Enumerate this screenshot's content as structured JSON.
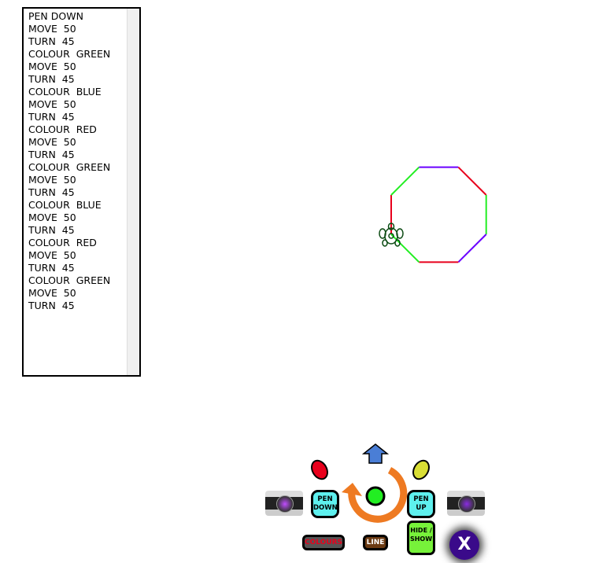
{
  "program": [
    "PEN DOWN",
    "MOVE  50",
    "TURN  45",
    "COLOUR  GREEN",
    "MOVE  50",
    "TURN  45",
    "COLOUR  BLUE",
    "MOVE  50",
    "TURN  45",
    "COLOUR  RED",
    "MOVE  50",
    "TURN  45",
    "COLOUR  GREEN",
    "MOVE  50",
    "TURN  45",
    "COLOUR  BLUE",
    "MOVE  50",
    "TURN  45",
    "COLOUR  RED",
    "MOVE  50",
    "TURN  45",
    "COLOUR  GREEN",
    "MOVE  50",
    "TURN  45"
  ],
  "controls": {
    "pen_down": "PEN DOWN",
    "pen_up": "PEN UP",
    "hide_show": "HIDE / SHOW",
    "colours": "COLOURS",
    "line": "LINE",
    "close": "X"
  },
  "colors": {
    "red": "#e8001c",
    "green": "#22ee22",
    "blue": "#6a00ff",
    "yellow": "#d9de35",
    "arrow_orange": "#ee7a22",
    "forward_blue": "#4a7ed6"
  },
  "drawing": {
    "segments": [
      {
        "color": "red"
      },
      {
        "color": "green"
      },
      {
        "color": "blue"
      },
      {
        "color": "red"
      },
      {
        "color": "green"
      },
      {
        "color": "blue"
      },
      {
        "color": "red"
      },
      {
        "color": "green"
      }
    ]
  }
}
